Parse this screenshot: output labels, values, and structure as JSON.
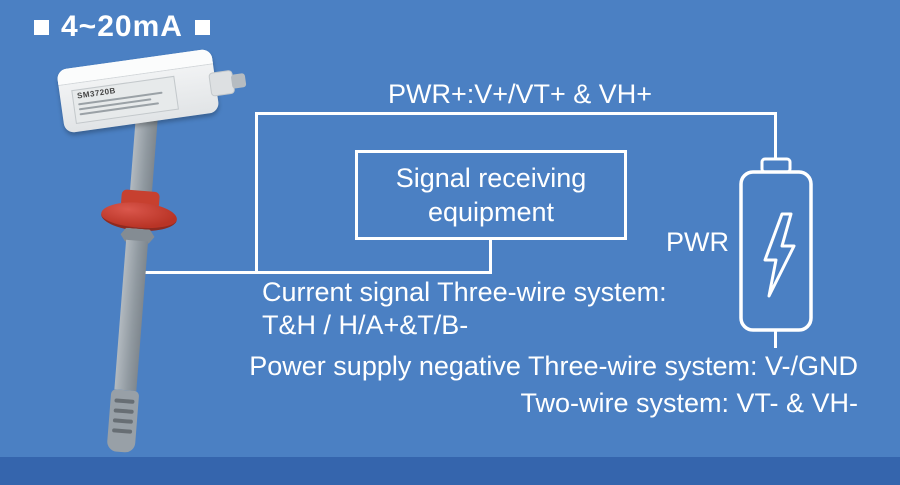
{
  "title": {
    "label": "4~20mA"
  },
  "sensor": {
    "model": "SM3720B"
  },
  "diagram": {
    "top_wire_label": "PWR+:V+/VT+ & VH+",
    "receiver_box": {
      "line1": "Signal receiving",
      "line2": "equipment"
    },
    "battery_label": "PWR",
    "current_signal": {
      "line1": "Current signal Three-wire system:",
      "line2": "T&H / H/A+&T/B-"
    },
    "power_negative": {
      "line1": "Power supply negative Three-wire system: V-/GND",
      "line2": "Two-wire system: VT- & VH-"
    }
  },
  "colors": {
    "background": "#4b80c3",
    "footer_bar": "#3565ad",
    "wire": "#ffffff",
    "flange_red": "#c7402f"
  }
}
